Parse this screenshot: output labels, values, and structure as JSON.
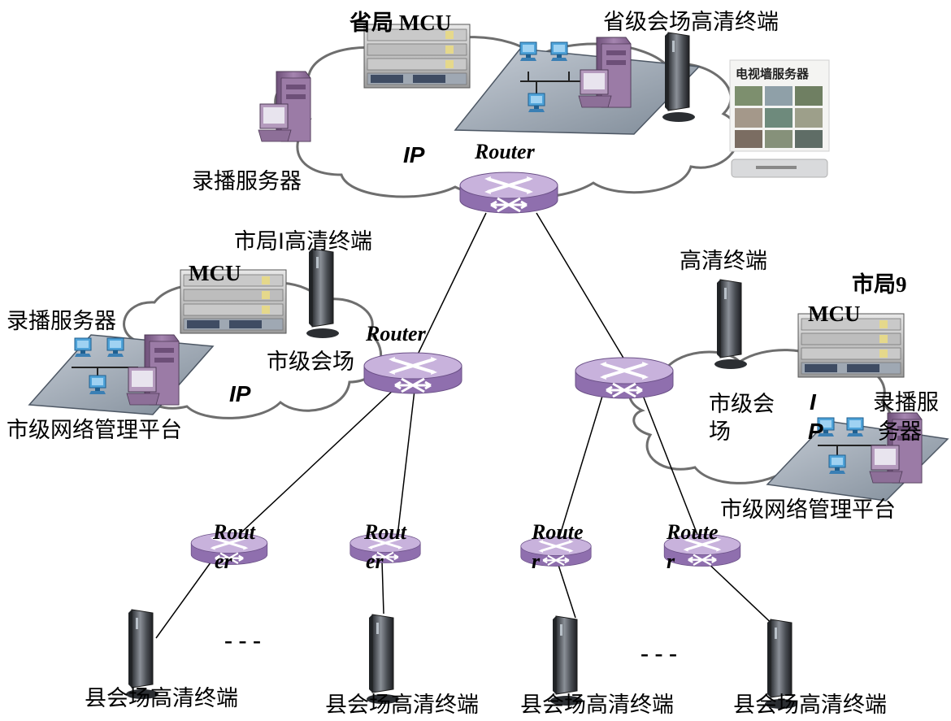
{
  "province": {
    "mcu_label": "省局 MCU",
    "hd_terminal_label": "省级会场高清终端",
    "recorder_label": "录播服务器",
    "ip_label": "IP",
    "router_label": "Router",
    "tv_wall_title": "电视墙服务器"
  },
  "city_left": {
    "hd_terminal_label": "市局I高清终端",
    "mcu_label": "MCU",
    "recorder_label": "录播服务器",
    "router_label": "Router",
    "venue_label": "市级会场",
    "ip_label": "IP",
    "nms_label": "市级网络管理平台"
  },
  "city_right": {
    "hd_terminal_label": "高清终端",
    "bureau_label": "市局9",
    "mcu_label": "MCU",
    "venue_label_line1": "市级会",
    "venue_label_line2": "场",
    "ip_label_line1": "I",
    "ip_label_line2": "P",
    "recorder_label_line1": "录播服",
    "recorder_label_line2": "务器",
    "nms_label": "市级网络管理平台"
  },
  "county": {
    "routers": [
      {
        "line1": "Rout",
        "line2": "er"
      },
      {
        "line1": "Rout",
        "line2": "er"
      },
      {
        "line1": "Route",
        "line2": "r"
      },
      {
        "line1": "Route",
        "line2": "r"
      }
    ],
    "terminal_labels": [
      "县会场高清终端",
      "县会场高清终端",
      "县会场高清终端",
      "县会场高清终端"
    ],
    "ellipsis": [
      "- - -",
      "- - -"
    ]
  },
  "colors": {
    "router_body": "#a98bc4",
    "router_top": "#c9b4dd",
    "cloud_fill": "#ffffff",
    "cloud_stroke": "#6e6e6e",
    "lan_plate": "#9aa6b4",
    "server_purple": "#8f6f9c",
    "terminal_body": "#5a5f66"
  }
}
